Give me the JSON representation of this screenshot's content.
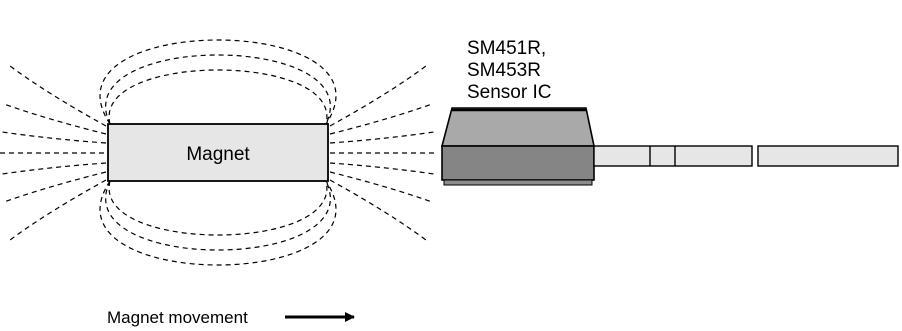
{
  "magnet": {
    "label": "Magnet",
    "fill": "#e6e6e6"
  },
  "sensor": {
    "label_lines": [
      "SM451R,",
      "SM453R",
      "Sensor IC"
    ],
    "body_fill": "#858585",
    "body_top_fill": "#a9a9a9"
  },
  "movement": {
    "label": "Magnet movement",
    "direction": "right"
  }
}
